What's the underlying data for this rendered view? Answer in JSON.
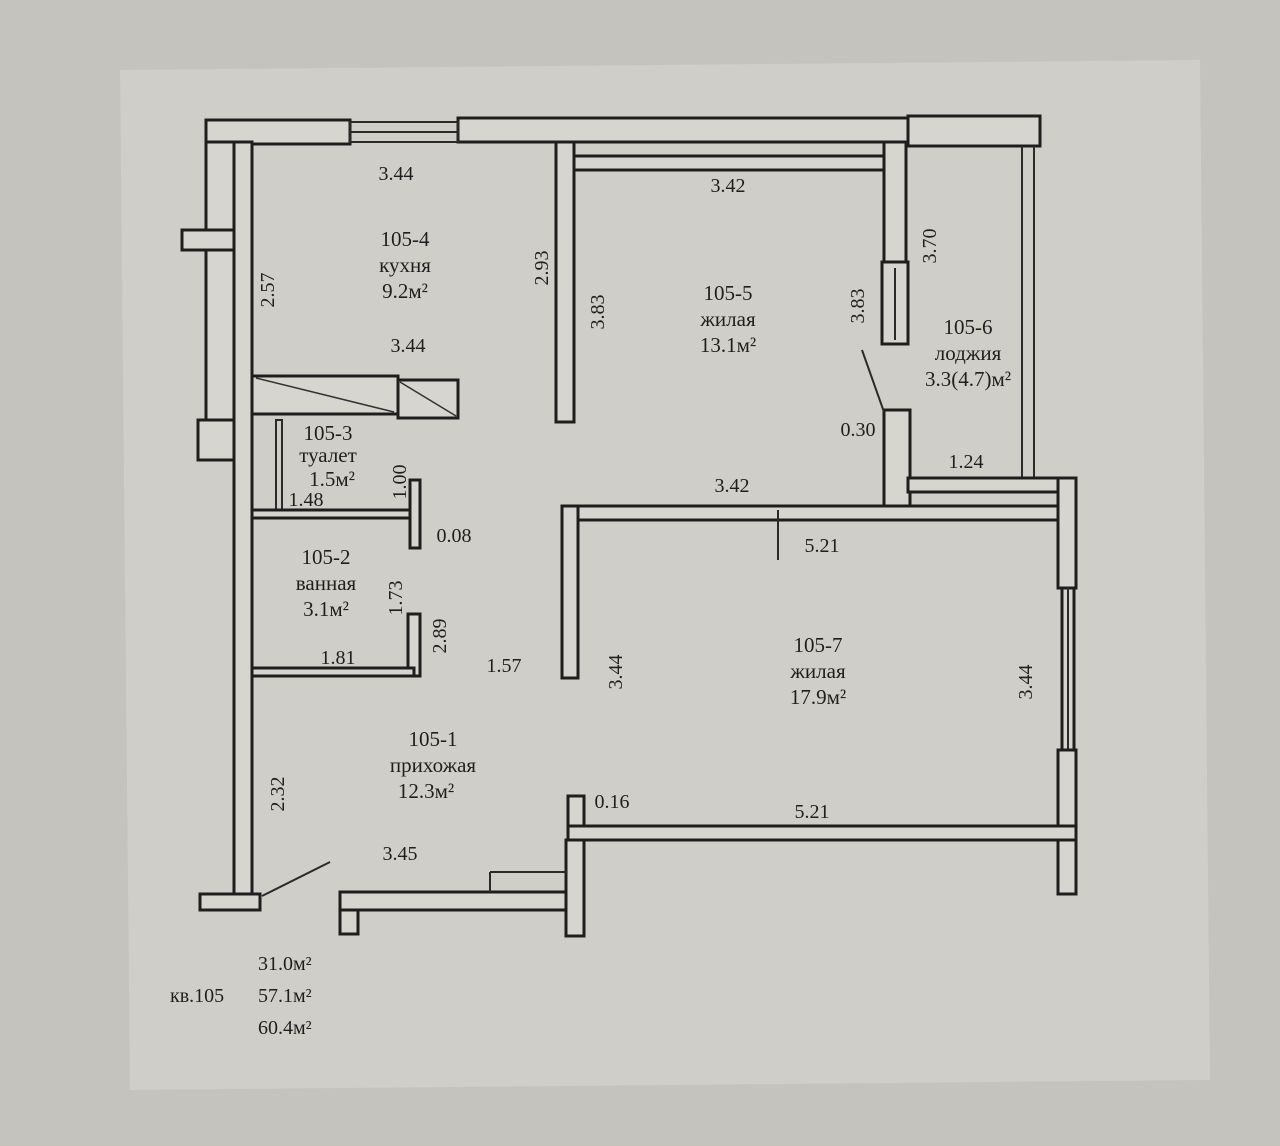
{
  "rooms": [
    {
      "id": "105-4",
      "name": "кухня",
      "area": "9.2м²"
    },
    {
      "id": "105-5",
      "name": "жилая",
      "area": "13.1м²"
    },
    {
      "id": "105-6",
      "name": "лоджия",
      "area": "3.3(4.7)м²"
    },
    {
      "id": "105-3",
      "name": "туалет",
      "area": "1.5м²"
    },
    {
      "id": "105-2",
      "name": "ванная",
      "area": "3.1м²"
    },
    {
      "id": "105-7",
      "name": "жилая",
      "area": "17.9м²"
    },
    {
      "id": "105-1",
      "name": "прихожая",
      "area": "12.3м²"
    }
  ],
  "dimensions": [
    "3.44",
    "3.42",
    "2.57",
    "2.93",
    "3.83",
    "3.83",
    "3.70",
    "3.44",
    "0.30",
    "1.24",
    "3.42",
    "1.00",
    "1.48",
    "0.08",
    "5.21",
    "1.73",
    "2.89",
    "1.81",
    "1.57",
    "3.44",
    "3.44",
    "0.16",
    "5.21",
    "2.32",
    "3.45"
  ],
  "summary": {
    "apartment": "кв.105",
    "living_area": "31.0м²",
    "total_area": "57.1м²",
    "total_with_loggia": "60.4м²"
  }
}
